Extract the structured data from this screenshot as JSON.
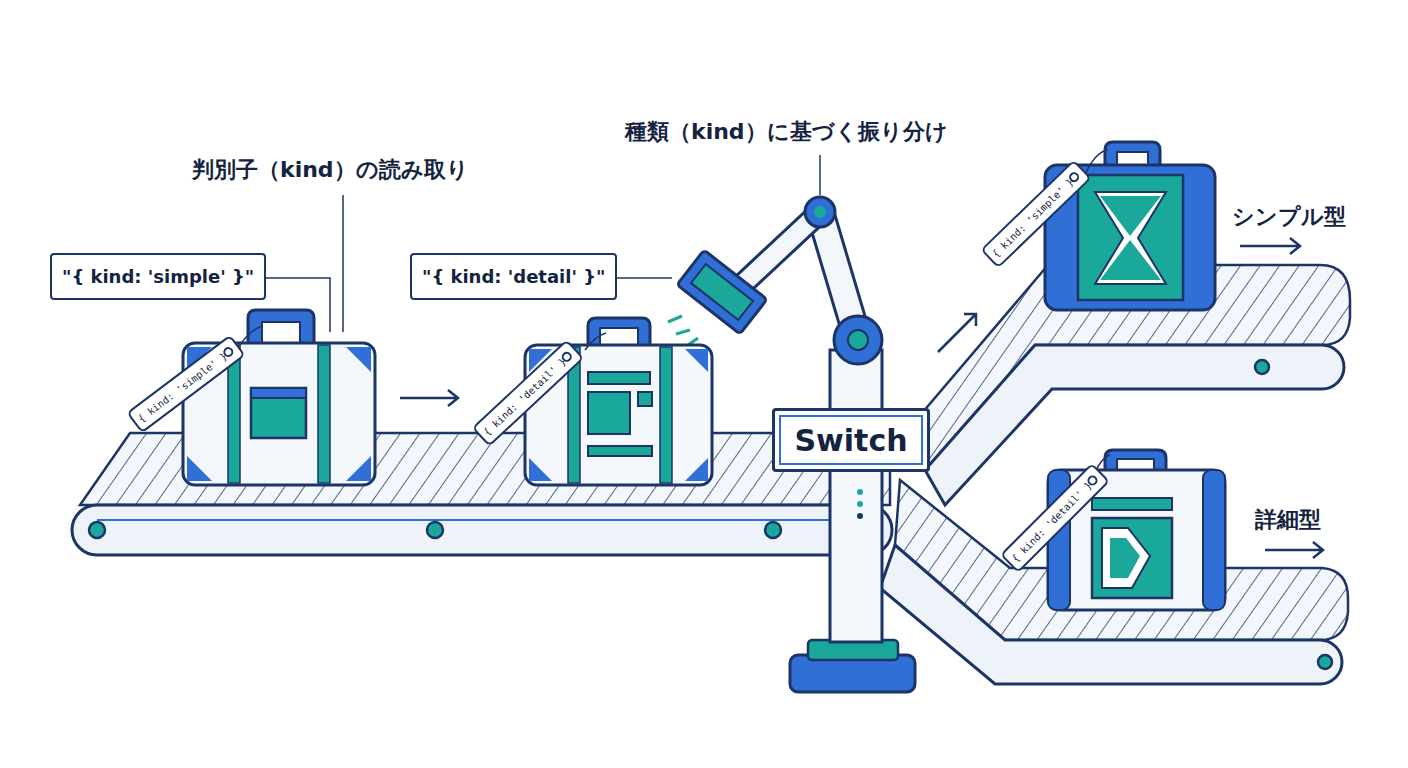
{
  "diagram": {
    "nodes": [
      {
        "text": [
          "\"{ kind: 'simple' }\""
        ]
      },
      {
        "text": [
          "\"{ kind: 'detail' }\""
        ]
      },
      {
        "text": [
          "{ kind: 'simple' }"
        ]
      },
      {
        "text": [
          "{ kind: 'detail' }"
        ]
      },
      {
        "text": [
          "Switch"
        ]
      },
      {
        "text": [
          "{ kind: 'simple' }"
        ]
      },
      {
        "text": [
          "{ kind: 'detail' }"
        ]
      }
    ],
    "labels": [
      "種類（kind）に基づく振り分け",
      "判別子（kind）の読み取り",
      "シンプル型",
      "詳細型"
    ]
  }
}
